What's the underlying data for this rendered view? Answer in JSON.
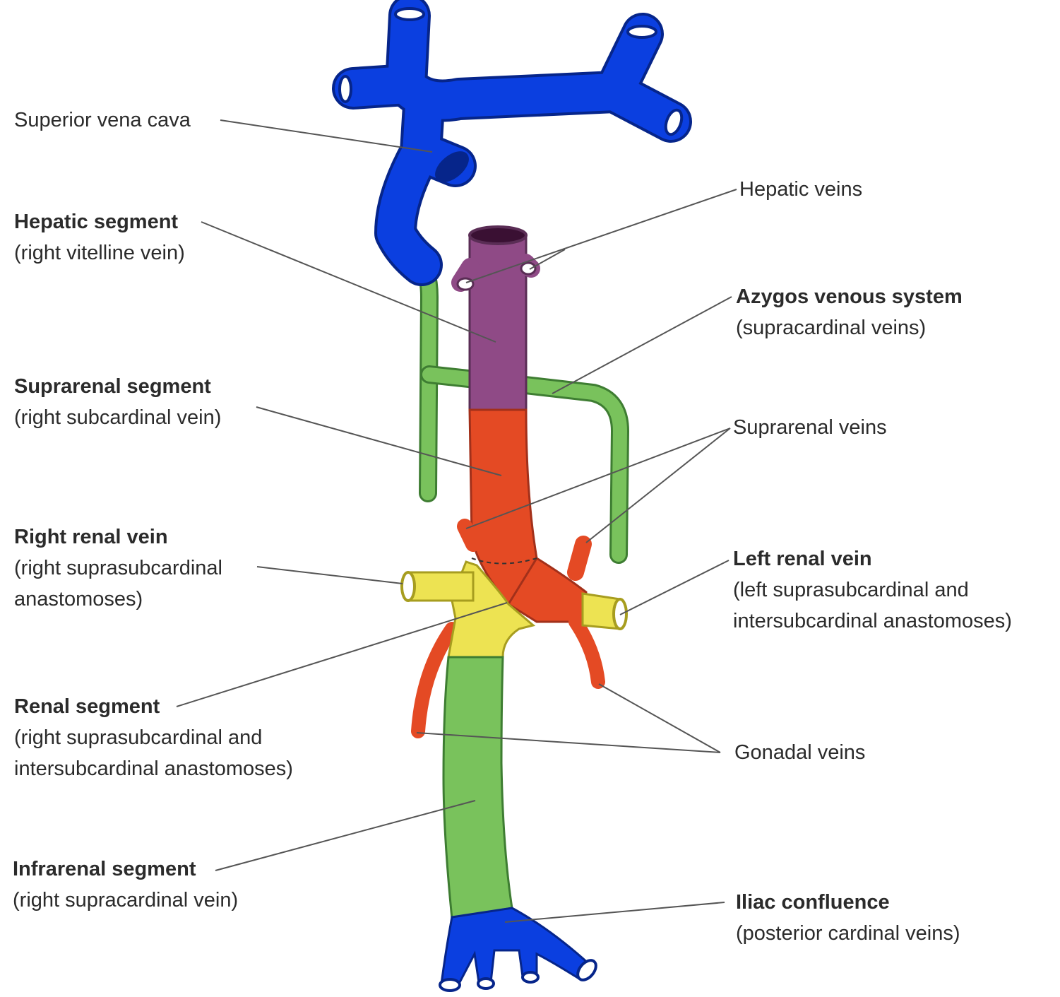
{
  "colors": {
    "blue": "#0b3fe0",
    "purple": "#8f4a86",
    "red": "#e44a24",
    "yellow": "#ede352",
    "green": "#79c25c",
    "leader": "#555555"
  },
  "labels": {
    "superior_vena_cava": {
      "title": "Superior vena cava"
    },
    "hepatic_segment": {
      "title": "Hepatic segment",
      "sub1": "(right vitelline vein)"
    },
    "suprarenal_segment": {
      "title": "Suprarenal segment",
      "sub1": "(right subcardinal vein)"
    },
    "right_renal_vein": {
      "title": "Right renal vein",
      "sub1": "(right suprasubcardinal",
      "sub2": "anastomoses)"
    },
    "renal_segment": {
      "title": "Renal segment",
      "sub1": "(right suprasubcardinal and",
      "sub2": "intersubcardinal anastomoses)"
    },
    "infrarenal_segment": {
      "title": "Infrarenal segment",
      "sub1": "(right supracardinal vein)"
    },
    "hepatic_veins": {
      "title": "Hepatic veins"
    },
    "azygos_venous_system": {
      "title": "Azygos venous system",
      "sub1": "(supracardinal veins)"
    },
    "suprarenal_veins": {
      "title": "Suprarenal veins"
    },
    "left_renal_vein": {
      "title": "Left renal vein",
      "sub1": "(left suprasubcardinal and",
      "sub2": "intersubcardinal anastomoses)"
    },
    "gonadal_veins": {
      "title": "Gonadal veins"
    },
    "iliac_confluence": {
      "title": "Iliac confluence",
      "sub1": "(posterior cardinal veins)"
    }
  }
}
